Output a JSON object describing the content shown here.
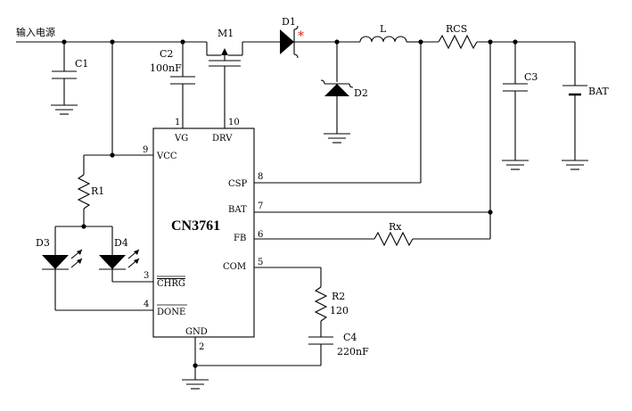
{
  "diagram": {
    "input_label": "输入电源",
    "ic": {
      "name": "CN3761",
      "pins": {
        "vg": {
          "num": "1",
          "label": "VG"
        },
        "drv": {
          "num": "10",
          "label": "DRV"
        },
        "vcc": {
          "num": "9",
          "label": "VCC"
        },
        "csp": {
          "num": "8",
          "label": "CSP"
        },
        "bat": {
          "num": "7",
          "label": "BAT"
        },
        "fb": {
          "num": "6",
          "label": "FB"
        },
        "com": {
          "num": "5",
          "label": "COM"
        },
        "chrg": {
          "num": "3",
          "label": "CHRG"
        },
        "done": {
          "num": "4",
          "label": "DONE"
        },
        "gnd": {
          "num": "2",
          "label": "GND"
        }
      }
    },
    "components": {
      "c1": {
        "ref": "C1"
      },
      "c2": {
        "ref": "C2",
        "value": "100nF"
      },
      "m1": {
        "ref": "M1"
      },
      "d1": {
        "ref": "D1",
        "mark": "*",
        "mark_color": "#e0201c"
      },
      "l": {
        "ref": "L"
      },
      "rcs": {
        "ref": "RCS"
      },
      "d2": {
        "ref": "D2"
      },
      "c3": {
        "ref": "C3"
      },
      "bat": {
        "ref": "BAT"
      },
      "r1": {
        "ref": "R1"
      },
      "d3": {
        "ref": "D3"
      },
      "d4": {
        "ref": "D4"
      },
      "rx": {
        "ref": "Rx"
      },
      "r2": {
        "ref": "R2",
        "value": "120"
      },
      "c4": {
        "ref": "C4",
        "value": "220nF"
      }
    }
  }
}
